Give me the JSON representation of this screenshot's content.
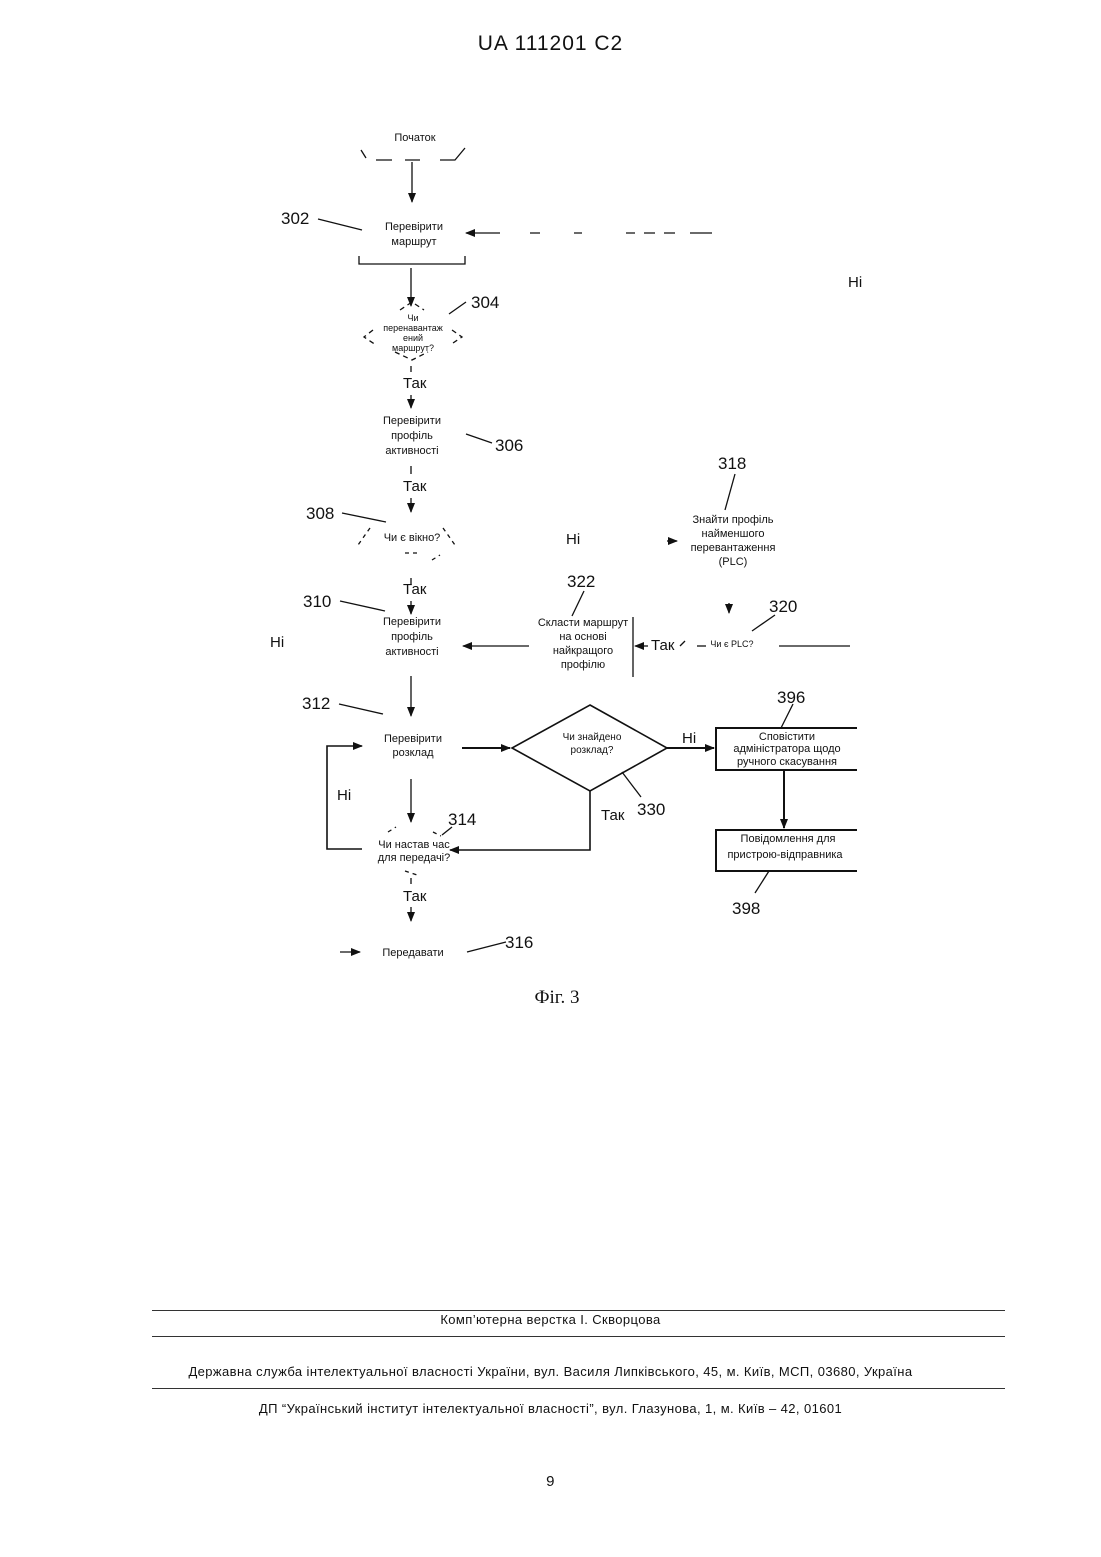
{
  "header": {
    "patent_number": "UA   111201   C2"
  },
  "flowchart": {
    "nodes": {
      "start": "Початок",
      "check_route": [
        "Перевірити",
        "маршрут"
      ],
      "is_overloaded": [
        "Чи",
        "перенавантаж",
        "ений",
        "маршрут?"
      ],
      "check_activity_1": [
        "Перевірити",
        "профіль",
        "активності"
      ],
      "is_window": "Чи є вікно?",
      "check_activity_2": [
        "Перевірити",
        "профіль",
        "активності"
      ],
      "find_plc": [
        "Знайти профіль",
        "найменшого",
        "перевантаження",
        "(PLC)"
      ],
      "is_plc": "Чи є PLC?",
      "compose_route": [
        "Скласти маршрут",
        "на основі",
        "найкращого",
        "профілю"
      ],
      "check_schedule": [
        "Перевірити",
        "розклад"
      ],
      "schedule_found": [
        "Чи знайдено",
        "розклад?"
      ],
      "notify_admin": [
        "Сповістити",
        "адміністратора щодо",
        "ручного скасування"
      ],
      "message_sender": [
        "Повідомлення для",
        "пристрою-відправника"
      ],
      "time_to_send": [
        "Чи настав час",
        "для передачі?"
      ],
      "transmit": "Передавати"
    },
    "edge_labels": {
      "yes": "Так",
      "no": "Ні"
    },
    "refs": {
      "r302": "302",
      "r304": "304",
      "r306": "306",
      "r308": "308",
      "r310": "310",
      "r312": "312",
      "r314": "314",
      "r316": "316",
      "r318": "318",
      "r320": "320",
      "r322": "322",
      "r330": "330",
      "r396": "396",
      "r398": "398"
    },
    "caption": "Фіг. 3"
  },
  "footer": {
    "layout_credit": "Комп’ютерна верстка І. Скворцова",
    "agency": "Державна служба інтелектуальної власності України, вул. Василя Липківського, 45, м. Київ, МСП, 03680, Україна",
    "institute": "ДП “Український інститут інтелектуальної власності”, вул. Глазунова, 1, м. Київ – 42, 01601",
    "page_number": "9"
  }
}
